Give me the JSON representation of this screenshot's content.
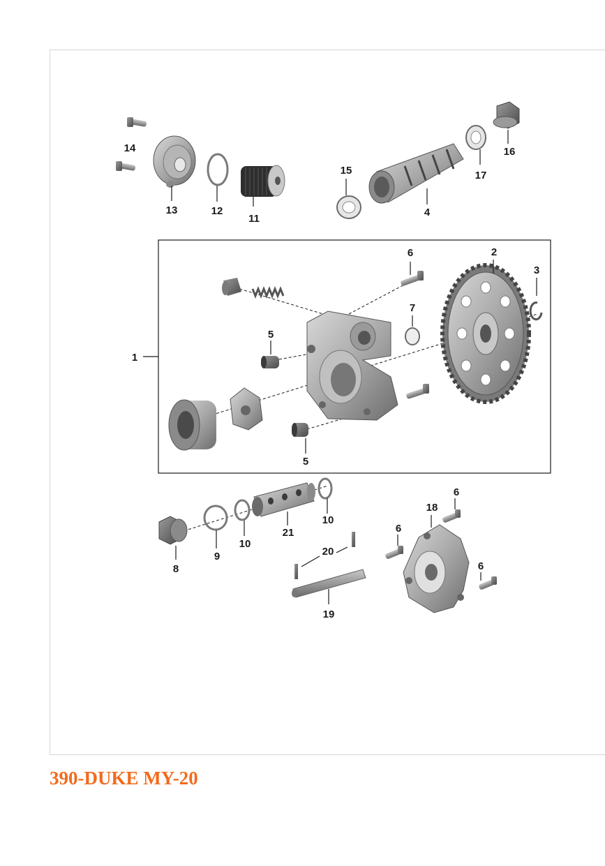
{
  "document": {
    "model_title": "390-DUKE MY-20"
  },
  "colors": {
    "title": "#f26b1d",
    "part_light": "#bdbdbd",
    "part_mid": "#9a9a9a",
    "part_dark": "#6e6e6e",
    "line": "#1a1a1a"
  },
  "callouts": {
    "c1": "1",
    "c2": "2",
    "c3": "3",
    "c4": "4",
    "c5a": "5",
    "c5b": "5",
    "c6a": "6",
    "c6b": "6",
    "c6c": "6",
    "c6d": "6",
    "c7": "7",
    "c8": "8",
    "c9": "9",
    "c10a": "10",
    "c10b": "10",
    "c11": "11",
    "c12": "12",
    "c13": "13",
    "c14": "14",
    "c15": "15",
    "c16": "16",
    "c17": "17",
    "c18": "18",
    "c19": "19",
    "c20": "20",
    "c21": "21"
  }
}
